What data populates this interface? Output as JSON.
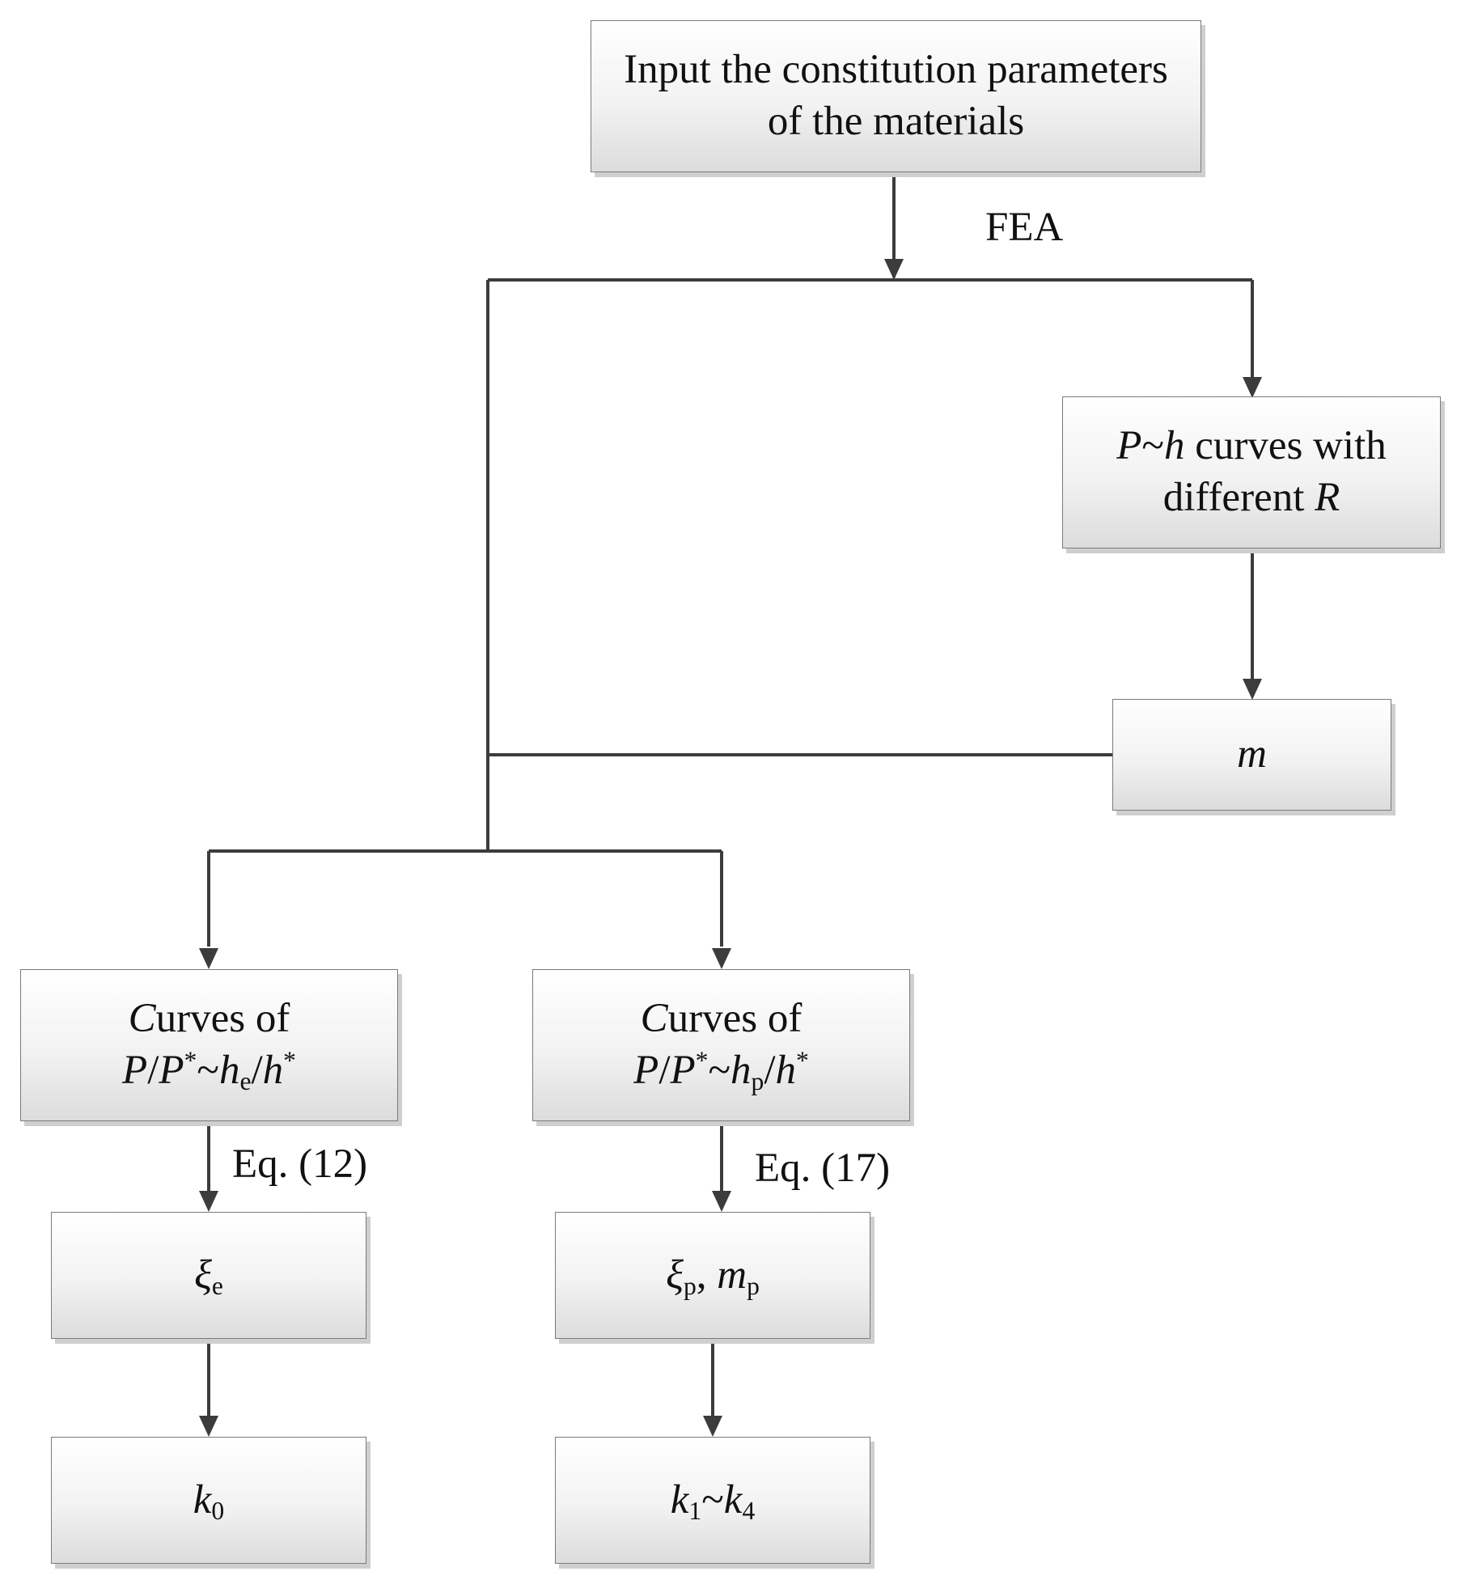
{
  "nodes": {
    "input": {
      "line1": "Input the constitution parameters",
      "line2": "of the materials"
    },
    "ph_curves": {
      "p": "P",
      "tilde": "~",
      "h": "h",
      "rest": " curves with",
      "line2_text": "different ",
      "r": "R"
    },
    "m": {
      "text": "m"
    },
    "curves_e": {
      "c": "C",
      "urves": "urves of",
      "p1": "P",
      "slash1": "/",
      "p2": "P",
      "star1": "*",
      "tilde": "~",
      "h1": "h",
      "sub": "e",
      "slash2": "/",
      "h2": "h",
      "star2": "*"
    },
    "curves_p": {
      "c": "C",
      "urves": "urves of",
      "p1": "P",
      "slash1": "/",
      "p2": "P",
      "star1": "*",
      "tilde": "~",
      "h1": "h",
      "sub": "p",
      "slash2": "/",
      "h2": "h",
      "star2": "*"
    },
    "xi_e": {
      "xi": "ξ",
      "sub": "e"
    },
    "xi_p": {
      "xi": "ξ",
      "sub": "p",
      "sep": ", ",
      "m": "m",
      "msub": "p"
    },
    "k0": {
      "k": "k",
      "sub": "0"
    },
    "k14": {
      "k1": "k",
      "sub1": "1",
      "tilde": "~",
      "k2": "k",
      "sub2": "4"
    }
  },
  "edge_labels": {
    "fea": "FEA",
    "eq12": "Eq. (12)",
    "eq17": "Eq. (17)"
  }
}
